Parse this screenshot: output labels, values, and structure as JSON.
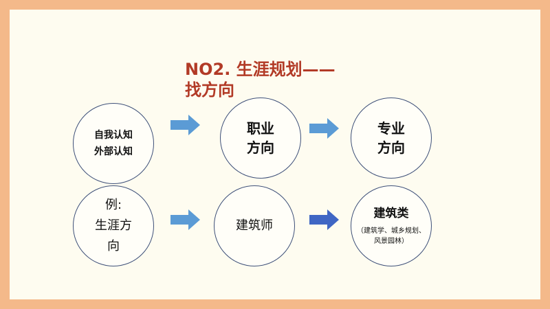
{
  "title": {
    "line1": "NO2. 生涯规划——",
    "line2": "找方向"
  },
  "row1": {
    "circle1": {
      "line1": "自我认知",
      "line2": "外部认知"
    },
    "circle2": {
      "line1": "职业",
      "line2": "方向"
    },
    "circle3": {
      "line1": "专业",
      "line2": "方向"
    }
  },
  "row2": {
    "circle1": {
      "line1": "例:",
      "line2": "生涯方",
      "line3": "向"
    },
    "circle2": {
      "text": "建筑师"
    },
    "circle3": {
      "main": "建筑类",
      "sub1": "（建筑学、城乡规划、",
      "sub2": "风景园林）"
    }
  },
  "colors": {
    "background_border": "#f4b98a",
    "slide": "#fefcf0",
    "title": "#b23a26",
    "circle_border": "#3d4f78",
    "arrow_light": "#5b9bd5",
    "arrow_dark": "#3f66c4"
  }
}
